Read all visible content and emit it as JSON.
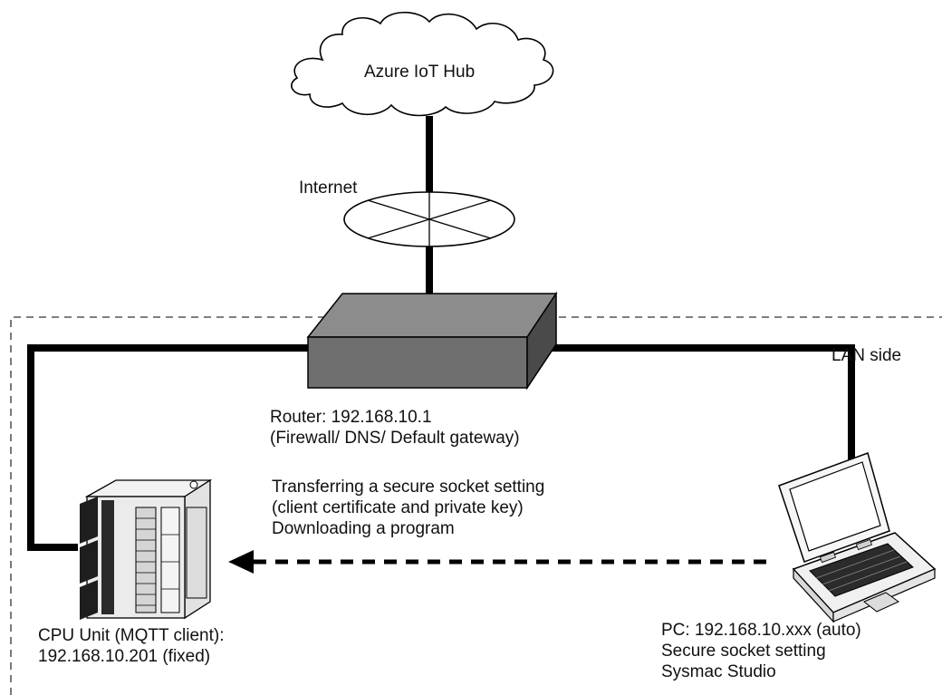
{
  "cloud": {
    "label": "Azure IoT Hub"
  },
  "internet": {
    "label": "Internet"
  },
  "lan": {
    "label": "LAN side"
  },
  "router": {
    "lines": [
      "Router: 192.168.10.1",
      "(Firewall/ DNS/ Default gateway)"
    ]
  },
  "transfer": {
    "lines": [
      "Transferring a secure socket setting",
      "(client certificate and private key)",
      "Downloading a program"
    ]
  },
  "cpu": {
    "lines": [
      "CPU Unit (MQTT client):",
      "192.168.10.201 (fixed)"
    ]
  },
  "pc": {
    "lines": [
      "PC: 192.168.10.xxx (auto)",
      "Secure socket setting",
      "Sysmac Studio"
    ]
  },
  "colors": {
    "line": "#000000",
    "router_top": "#8c8c8c",
    "router_front": "#6f6f6f",
    "router_side": "#4a4a4a",
    "unit_body": "#e9e9e9"
  }
}
